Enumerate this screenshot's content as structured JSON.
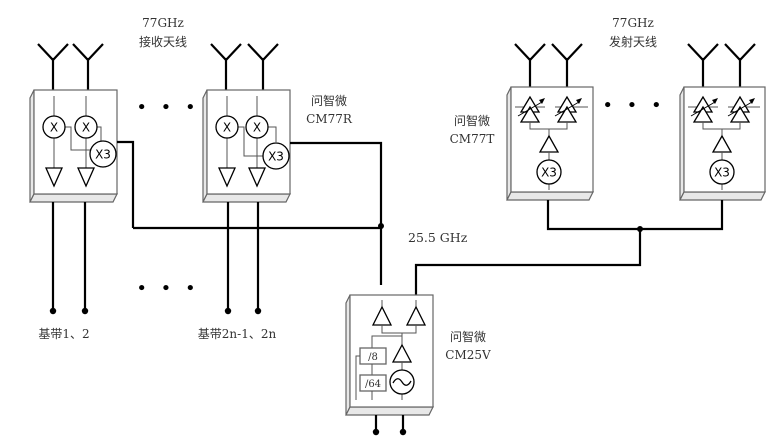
{
  "title": "77GHz radar chipset block diagram",
  "labels": {
    "rx_antenna_freq": "77GHz",
    "rx_antenna_name": "接收天线",
    "tx_antenna_freq": "77GHz",
    "tx_antenna_name": "发射天线",
    "lo_freq": "25.5 GHz",
    "baseband_first": "基带1、2",
    "baseband_last": "基带2n-1、2n"
  },
  "chips": {
    "receiver": {
      "vendor": "问智微",
      "model": "CM77R"
    },
    "transmitter": {
      "vendor": "问智微",
      "model": "CM77T"
    },
    "vco": {
      "vendor": "问智微",
      "model": "CM25V"
    }
  },
  "symbols": {
    "mixer": "X",
    "tripler": "X3",
    "divider_8": "/8",
    "divider_64": "/64"
  },
  "continuation_marker": "• • •"
}
